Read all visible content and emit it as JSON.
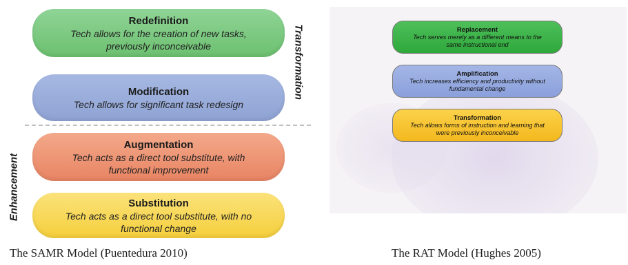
{
  "samr": {
    "levels": [
      {
        "title": "Redefinition",
        "desc_line1": "Tech allows for the creation of new tasks,",
        "desc_line2": "previously inconceivable"
      },
      {
        "title": "Modification",
        "desc_line1": "Tech allows for significant task redesign",
        "desc_line2": ""
      },
      {
        "title": "Augmentation",
        "desc_line1": "Tech acts as a direct tool substitute, with",
        "desc_line2": "functional improvement"
      },
      {
        "title": "Substitution",
        "desc_line1": "Tech acts as a direct tool substitute, with no",
        "desc_line2": "functional change"
      }
    ],
    "transformation_label": "Transformation",
    "enhancement_label": "Enhancement",
    "caption": "The SAMR Model (Puentedura 2010)"
  },
  "rat": {
    "levels": [
      {
        "title": "Replacement",
        "desc_line1": "Tech serves merely as a different means to the",
        "desc_line2": "same instructional end"
      },
      {
        "title": "Amplification",
        "desc_line1": "Tech increases efficiency and productivity without",
        "desc_line2": "fundamental change"
      },
      {
        "title": "Transformation",
        "desc_line1": "Tech allows forms of instruction and learning that",
        "desc_line2": "were previously inconceivable"
      }
    ],
    "caption": "The RAT Model (Hughes 2005)"
  },
  "colors": {
    "redefinition": "#6cc070",
    "modification": "#8fa3d4",
    "augmentation": "#e88463",
    "substitution": "#f5cf3c",
    "replacement": "#2ea83b",
    "amplification": "#8aa0dc",
    "rat_transformation": "#f4b81e"
  }
}
